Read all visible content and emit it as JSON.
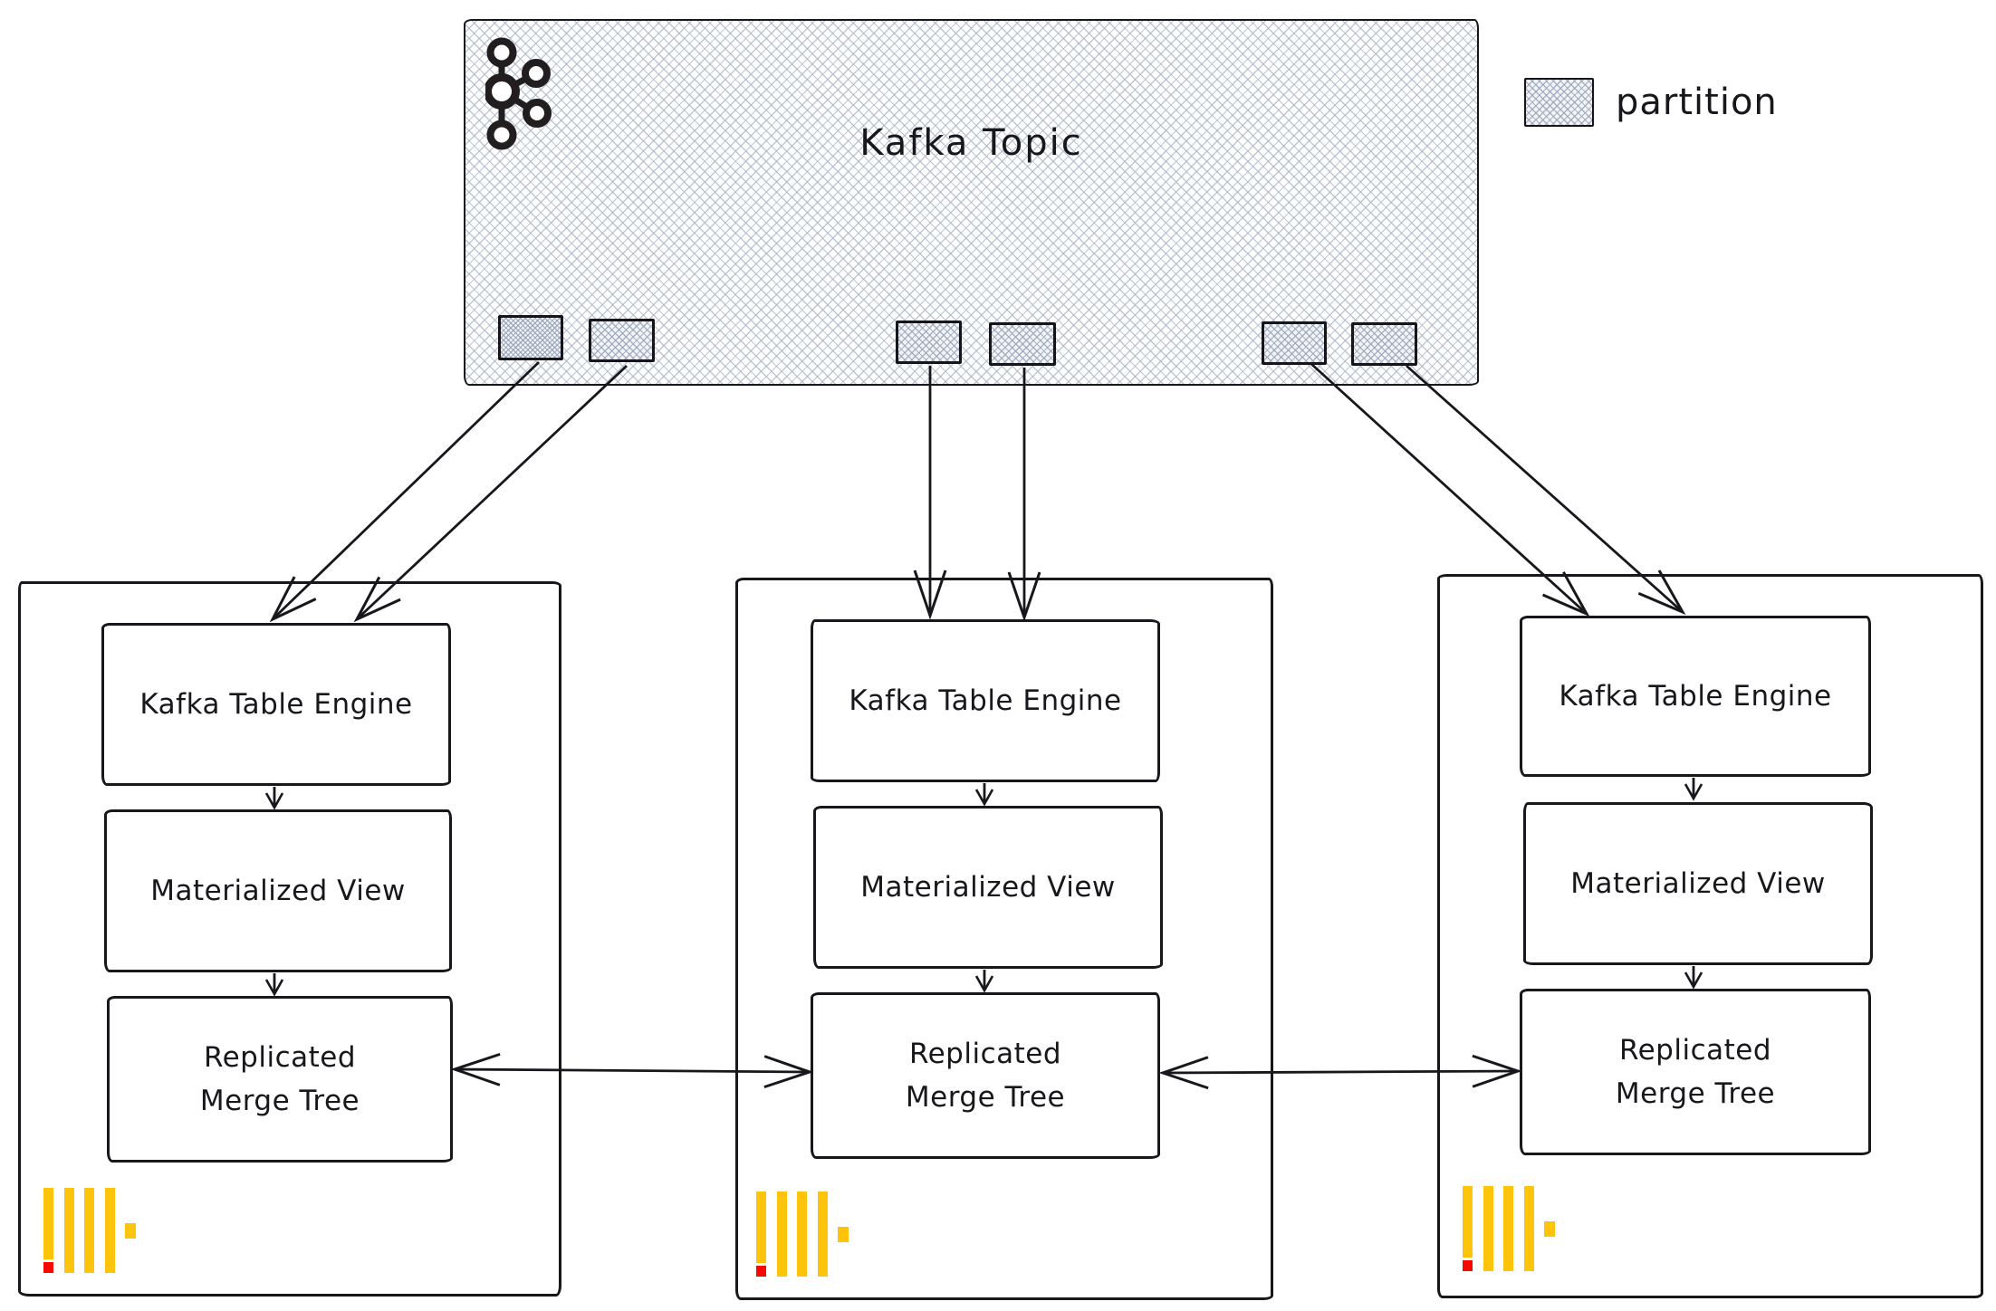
{
  "topic": {
    "title": "Kafka Topic",
    "partition_count": 6
  },
  "legend": {
    "label": "partition"
  },
  "servers": [
    {
      "kafka_table_engine": "Kafka Table Engine",
      "materialized_view": "Materialized View",
      "replicated_merge_tree": [
        "Replicated",
        "Merge Tree"
      ]
    },
    {
      "kafka_table_engine": "Kafka Table Engine",
      "materialized_view": "Materialized View",
      "replicated_merge_tree": [
        "Replicated",
        "Merge Tree"
      ]
    },
    {
      "kafka_table_engine": "Kafka Table Engine",
      "materialized_view": "Materialized View",
      "replicated_merge_tree": [
        "Replicated",
        "Merge Tree"
      ]
    }
  ],
  "icons": {
    "kafka_logo": "kafka-logo",
    "clickhouse_logo": "clickhouse-logo",
    "partition_swatch": "crosshatch-swatch"
  },
  "colors": {
    "stroke": "#17171c",
    "hatch_line": "#aab4c4",
    "clickhouse_yellow": "#fdc40b",
    "clickhouse_red": "#f70900"
  }
}
